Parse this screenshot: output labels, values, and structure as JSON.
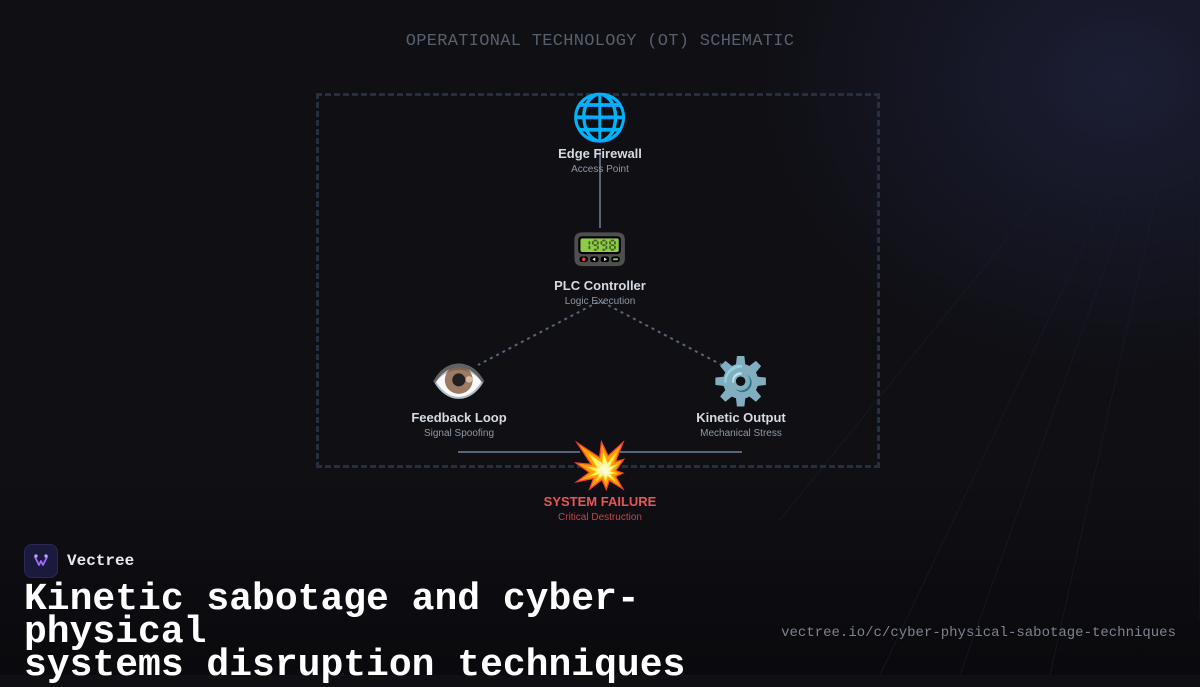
{
  "diagram": {
    "title": "OPERATIONAL TECHNOLOGY (OT) SCHEMATIC",
    "nodes": {
      "firewall": {
        "icon": "globe-icon",
        "glyph": "🌐",
        "label": "Edge Firewall",
        "sublabel": "Access Point"
      },
      "plc": {
        "icon": "pager-icon",
        "glyph": "📟",
        "label": "PLC Controller",
        "sublabel": "Logic Execution"
      },
      "feedback": {
        "icon": "eye-icon",
        "glyph": "👁️",
        "label": "Feedback Loop",
        "sublabel": "Signal Spoofing"
      },
      "kinetic": {
        "icon": "gear-icon",
        "glyph": "⚙️",
        "label": "Kinetic Output",
        "sublabel": "Mechanical Stress"
      },
      "failure": {
        "icon": "explosion-icon",
        "glyph": "💥",
        "label": "SYSTEM FAILURE",
        "sublabel": "Critical Destruction"
      }
    },
    "colors": {
      "link": "#56657a",
      "failure": "#e8565a",
      "boundary": "#262f40"
    }
  },
  "brand": {
    "name": "Vectree",
    "logo": "vectree-logo-icon"
  },
  "headline": {
    "line1": "Kinetic sabotage and cyber-physical",
    "line2": "systems disruption techniques"
  },
  "url": "vectree.io/c/cyber-physical-sabotage-techniques"
}
